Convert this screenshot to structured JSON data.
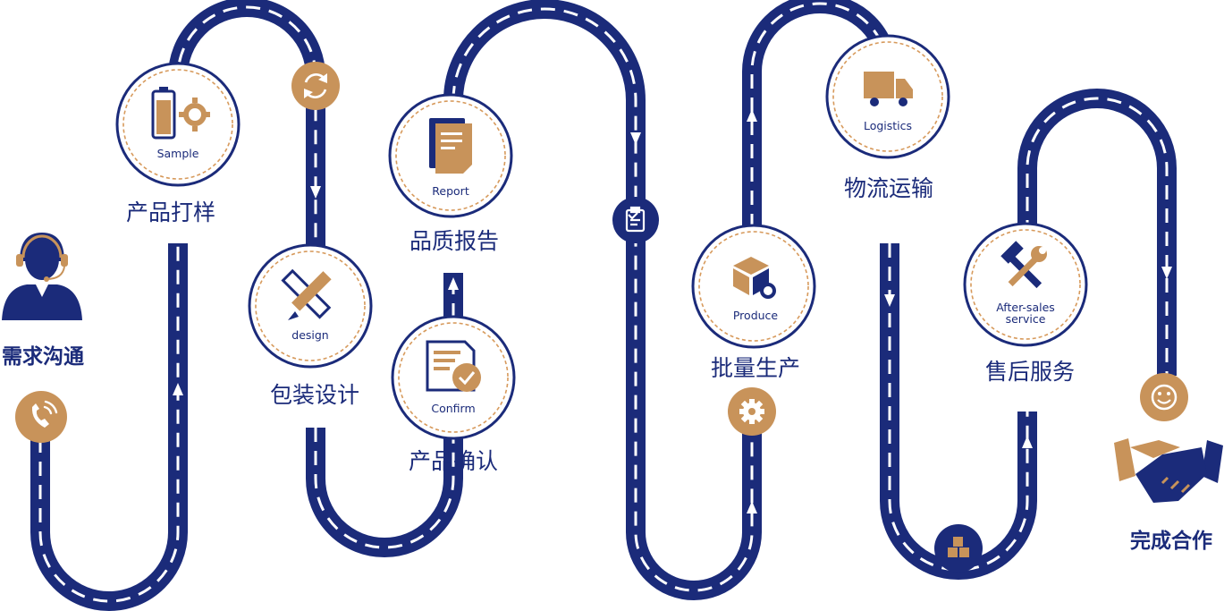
{
  "colors": {
    "road": "#1b2b7a",
    "accent": "#c8935a",
    "dash": "#ffffff"
  },
  "start": {
    "label": "需求沟通",
    "icon": "customer-service-agent-icon",
    "badge_icon": "phone-icon"
  },
  "steps": [
    {
      "en": "Sample",
      "zh": "产品打样",
      "icon": "battery-gear-icon"
    },
    {
      "en": "design",
      "zh": "包装设计",
      "icon": "ruler-pencil-icon"
    },
    {
      "en": "Confirm",
      "zh": "产品确认",
      "icon": "document-check-icon"
    },
    {
      "en": "Report",
      "zh": "品质报告",
      "icon": "report-document-icon"
    },
    {
      "en": "Produce",
      "zh": "批量生产",
      "icon": "box-gear-icon"
    },
    {
      "en": "Logistics",
      "zh": "物流运输",
      "icon": "truck-icon"
    },
    {
      "en_line1": "After-sales",
      "en_line2": "service",
      "zh": "售后服务",
      "icon": "hammer-wrench-icon"
    }
  ],
  "end": {
    "label": "完成合作",
    "icon": "handshake-icon",
    "badge_icon": "smiley-icon"
  },
  "road_badges": [
    "refresh-icon",
    "clipboard-icon",
    "gear-icon",
    "boxes-icon"
  ]
}
